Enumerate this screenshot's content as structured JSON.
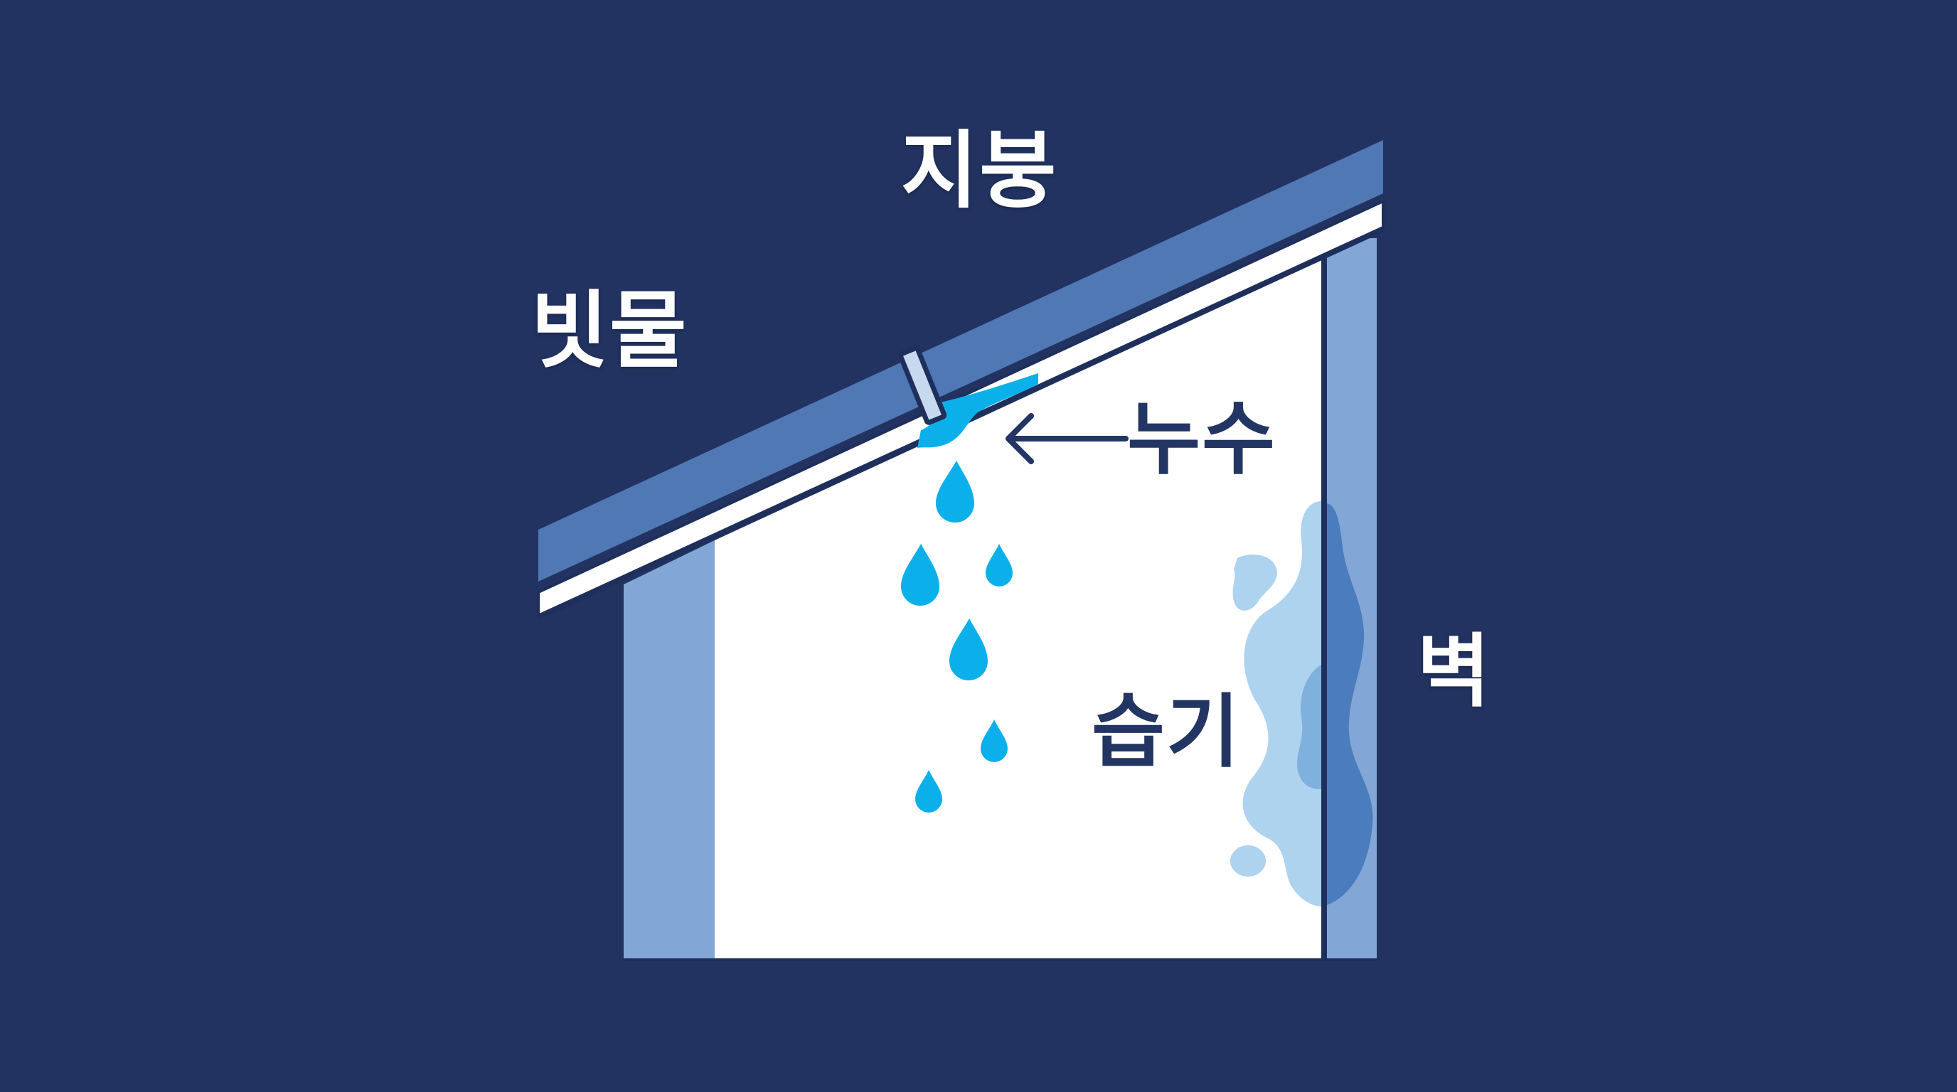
{
  "diagram": {
    "type": "illustration",
    "subject": "roof leak causing wall moisture",
    "labels": {
      "roof": "지붕",
      "rainwater": "빗물",
      "leak": "누수",
      "moisture": "습기",
      "wall": "벽"
    },
    "elements": [
      {
        "id": "roof",
        "label": "지붕",
        "description": "sloped roof band"
      },
      {
        "id": "rainwater",
        "label": "빗물",
        "description": "rainwater on roof"
      },
      {
        "id": "leak-point",
        "label": "누수",
        "description": "leak at roof joint, indicated by arrow"
      },
      {
        "id": "water-drops",
        "count": 6,
        "description": "drops falling inside"
      },
      {
        "id": "moisture-stain",
        "label": "습기",
        "description": "damp stain on interior wall"
      },
      {
        "id": "wall",
        "label": "벽",
        "description": "exterior right wall"
      }
    ],
    "arrows": [
      {
        "from": "누수",
        "to": "leak-point",
        "direction": "left"
      }
    ]
  },
  "colors": {
    "background": "#223362",
    "roof_band": "#4f78b4",
    "fascia": "#ffffff",
    "wall_light": "#82a7d6",
    "interior": "#ffffff",
    "outline": "#1f2f5c",
    "water": "#0bb0ea",
    "moisture_light": "#aed3ee",
    "moisture_dark": "#4b7cbd",
    "clip": "#c7d9ef"
  }
}
